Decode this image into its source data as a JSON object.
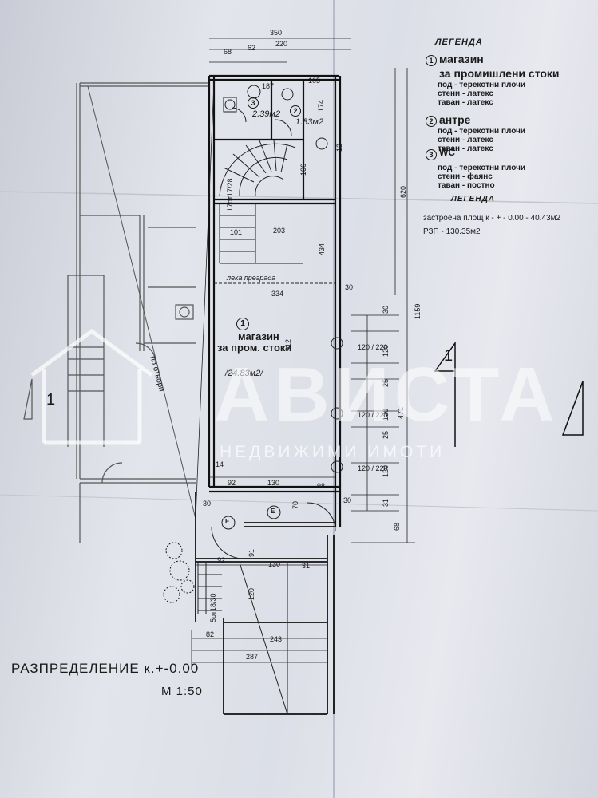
{
  "legend": {
    "title": "ЛЕГЕНДА",
    "items": [
      {
        "num": "1",
        "name": "магазин",
        "name2": "за промишлени стоки",
        "finishes": [
          "под - терекотни плочи",
          "стени - латекс",
          "таван - латекс"
        ]
      },
      {
        "num": "2",
        "name": "антре",
        "name2": "",
        "finishes": [
          "под - терекотни плочи",
          "стени - латекс",
          "таван - латекс"
        ]
      },
      {
        "num": "3",
        "name": "WC",
        "name2": "",
        "finishes": [
          "под - терекотни плочи",
          "стени - фаянс",
          "таван - постно"
        ]
      }
    ],
    "title2": "ЛЕГЕНДА",
    "area_built": "застроена площ к - + - 0.00 - 40.43м2",
    "area_rzp": "РЗП - 130.35м2"
  },
  "rooms": {
    "shop": {
      "num": "1",
      "line1": "магазин",
      "line2": "за пром. стоки",
      "area": "/24.83м2/"
    },
    "antre": {
      "num": "2",
      "area": "1.83м2"
    },
    "wc": {
      "num": "3",
      "area": "2.39м2"
    },
    "partition": "лека преграда"
  },
  "dims": {
    "top_350": "350",
    "top_220": "220",
    "top_68": "68",
    "top_62": "62",
    "d187": "187",
    "d105": "105",
    "d174": "174",
    "d106": "106",
    "d12": "12",
    "d101": "101",
    "d203": "203",
    "d434": "434",
    "d334": "334",
    "d912": "912",
    "d620": "620",
    "d1159": "1159",
    "d471": "471",
    "r30a": "30",
    "r30b": "30",
    "r120a": "120",
    "r25a": "25",
    "r120b": "120",
    "r25b": "25",
    "r120c": "120",
    "r31": "31",
    "r68": "68",
    "win1": "120 / 220",
    "win2": "120 / 220",
    "win3": "120 / 220",
    "b92": "92",
    "b130": "130",
    "b98": "98",
    "b30a": "30",
    "b30b": "30",
    "b70": "70",
    "b14": "14",
    "c92": "92",
    "c130": "130",
    "c31": "31",
    "c120": "120",
    "c91": "91",
    "e82": "82",
    "e243": "243",
    "e287": "287",
    "stair_top": "17от17/28",
    "stair_bot": "5от18/30",
    "door_tag": "Е"
  },
  "title": "РАЗПРЕДЕЛЕНИЕ  к.+-0.00",
  "scale": "М 1:50",
  "section_mark": "1",
  "diag_text": "по отвори",
  "watermark": {
    "main": "АВИСТА",
    "sub": "НЕДВИЖИМИ ИМОТИ"
  }
}
